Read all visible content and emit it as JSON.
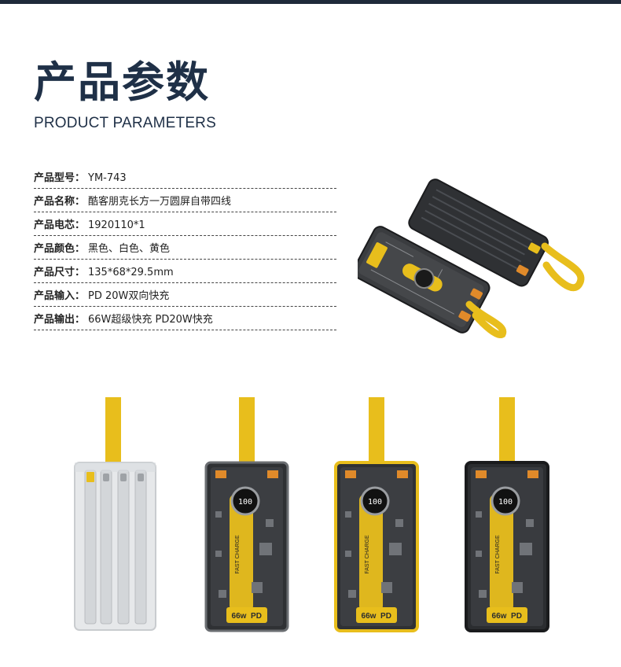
{
  "header": {
    "title_cn": "产品参数",
    "title_en": "PRODUCT PARAMETERS"
  },
  "params": [
    {
      "label": "产品型号：",
      "value": "YM-743"
    },
    {
      "label": "产品名称：",
      "value": "酷客朋克长方一万圆屏自带四线"
    },
    {
      "label": "产品电芯：",
      "value": "1920110*1"
    },
    {
      "label": "产品颜色：",
      "value": "黑色、白色、黄色"
    },
    {
      "label": "产品尺寸：",
      "value": "135*68*29.5mm"
    },
    {
      "label": "产品输入：",
      "value": "PD 20W双向快充"
    },
    {
      "label": "产品输出：",
      "value": "66W超级快充 PD20W快充"
    }
  ],
  "product_labels": {
    "display": "100",
    "badge_66w": "66w",
    "badge_pd": "PD",
    "fast_charge": "FAST CHARGE"
  },
  "colors": {
    "navy": "#1f3047",
    "yellow": "#e8be1c",
    "dark": "#2b2d30",
    "white_body": "#e6e8ea"
  }
}
